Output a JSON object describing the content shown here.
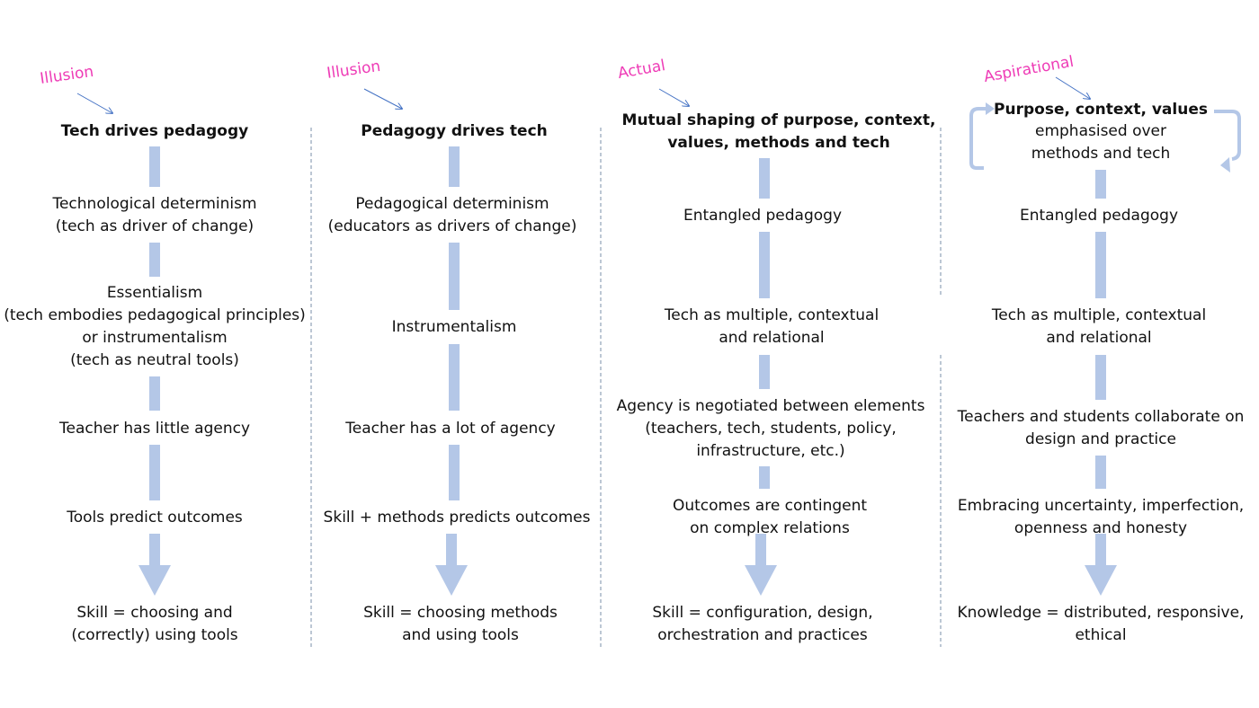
{
  "colors": {
    "bar": "#b4c7e7",
    "divider": "#7a8fa8",
    "tag": "#ee3bb6",
    "tag_arrow": "#4472c4",
    "text": "#111111"
  },
  "columns": [
    {
      "tag": "Illusion",
      "title": [
        "Tech drives pedagogy"
      ],
      "items": [
        [
          "Technological determinism",
          "(tech as driver of change)"
        ],
        [
          "Essentialism",
          "(tech embodies pedagogical principles)",
          "or instrumentalism",
          "(tech as neutral tools)"
        ],
        [
          "Teacher has little agency"
        ],
        [
          "Tools predict outcomes"
        ]
      ],
      "conclusion": [
        "Skill = choosing and",
        "(correctly) using tools"
      ]
    },
    {
      "tag": "Illusion",
      "title": [
        "Pedagogy drives tech"
      ],
      "items": [
        [
          "Pedagogical determinism",
          "(educators as drivers of change)"
        ],
        [
          "Instrumentalism"
        ],
        [
          "Teacher has a lot of agency"
        ],
        [
          "Skill + methods predicts outcomes"
        ]
      ],
      "conclusion": [
        "Skill = choosing methods",
        "and using tools"
      ]
    },
    {
      "tag": "Actual",
      "title": [
        "Mutual shaping of purpose, context,",
        "values, methods and tech"
      ],
      "items": [
        [
          "Entangled pedagogy"
        ],
        [
          "Tech as multiple, contextual",
          "and relational"
        ],
        [
          "Agency is negotiated between elements",
          "(teachers, tech, students, policy,",
          "infrastructure, etc.)"
        ],
        [
          "Outcomes are contingent",
          "on complex relations"
        ]
      ],
      "conclusion": [
        "Skill = configuration, design,",
        "orchestration and practices"
      ]
    },
    {
      "tag": "Aspirational",
      "title": [
        "Purpose, context, values"
      ],
      "subtitle": [
        "emphasised over",
        "methods and tech"
      ],
      "items": [
        [
          "Entangled pedagogy"
        ],
        [
          "Tech as multiple, contextual",
          "and relational"
        ],
        [
          "Teachers and students collaborate on",
          "design and practice"
        ],
        [
          "Embracing uncertainty, imperfection,",
          "openness and honesty"
        ]
      ],
      "conclusion": [
        "Knowledge = distributed, responsive,",
        "ethical"
      ]
    }
  ]
}
